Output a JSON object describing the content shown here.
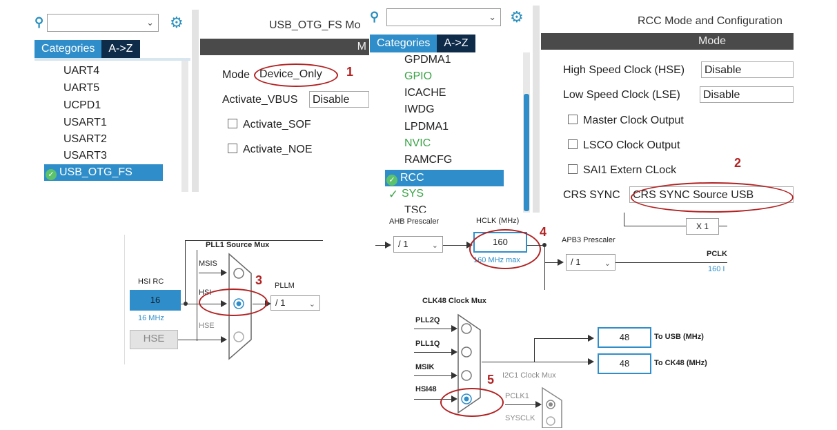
{
  "usb_panel": {
    "categories_tab": "Categories",
    "az_tab": "A->Z",
    "items": [
      "UART4",
      "UART5",
      "UCPD1",
      "USART1",
      "USART2",
      "USART3"
    ],
    "selected_item": "USB_OTG_FS",
    "header_title": "USB_OTG_FS Mo",
    "mode_header": "M",
    "mode_label": "Mode",
    "mode_value": "Device_Only",
    "vbus_label": "Activate_VBUS",
    "vbus_value": "Disable",
    "sof_label": "Activate_SOF",
    "noe_label": "Activate_NOE",
    "callout": "1"
  },
  "rcc_panel": {
    "categories_tab": "Categories",
    "az_tab": "A->Z",
    "items": [
      "GPDMA1",
      "GPIO",
      "ICACHE",
      "IWDG",
      "LPDMA1",
      "NVIC",
      "RAMCFG"
    ],
    "green_items": [
      "GPIO",
      "NVIC"
    ],
    "selected_item": "RCC",
    "sys_item": "SYS",
    "tsc_item": "TSC",
    "header_title": "RCC Mode and Configuration",
    "mode_header": "Mode",
    "hse_label": "High Speed Clock (HSE)",
    "hse_value": "Disable",
    "lse_label": "Low Speed Clock (LSE)",
    "lse_value": "Disable",
    "mco_label": "Master Clock Output",
    "lsco_label": "LSCO Clock Output",
    "sai_label": "SAI1 Extern CLock",
    "crs_label": "CRS SYNC",
    "crs_value": "CRS SYNC Source USB",
    "callout": "2"
  },
  "pll_diagram": {
    "mux_title": "PLL1 Source Mux",
    "msis": "MSIS",
    "hsi": "HSI",
    "hse_input": "HSE",
    "hsi_rc_label": "HSI RC",
    "hsi_rc_value": "16",
    "hsi_rc_unit": "16 MHz",
    "hse_box": "HSE",
    "pllm_label": "PLLM",
    "pllm_value": "/ 1",
    "callout": "3"
  },
  "hclk_diagram": {
    "ahb_label": "AHB Prescaler",
    "ahb_value": "/ 1",
    "hclk_label": "HCLK (MHz)",
    "hclk_value": "160",
    "hclk_max": "160 MHz max",
    "apb3_label": "APB3 Prescaler",
    "apb3_value": "/ 1",
    "pclk_label": "PCLK",
    "pclk_value": "160 I",
    "x1_label": "X 1",
    "callout": "4"
  },
  "clk48_diagram": {
    "mux_title": "CLK48 Clock Mux",
    "inputs": [
      "PLL2Q",
      "PLL1Q",
      "MSIK",
      "HSI48"
    ],
    "usb_value": "48",
    "usb_label": "To USB (MHz)",
    "ck48_value": "48",
    "ck48_label": "To CK48 (MHz)",
    "i2c1_mux": "I2C1 Clock Mux",
    "pclk1": "PCLK1",
    "sysclk": "SYSCLK",
    "callout": "5"
  },
  "colors": {
    "accent": "#2f8ec9",
    "callout": "#b22222",
    "dark_tab": "#0f2b4a",
    "header_bar": "#4a4a4a",
    "green": "#3aa347"
  }
}
